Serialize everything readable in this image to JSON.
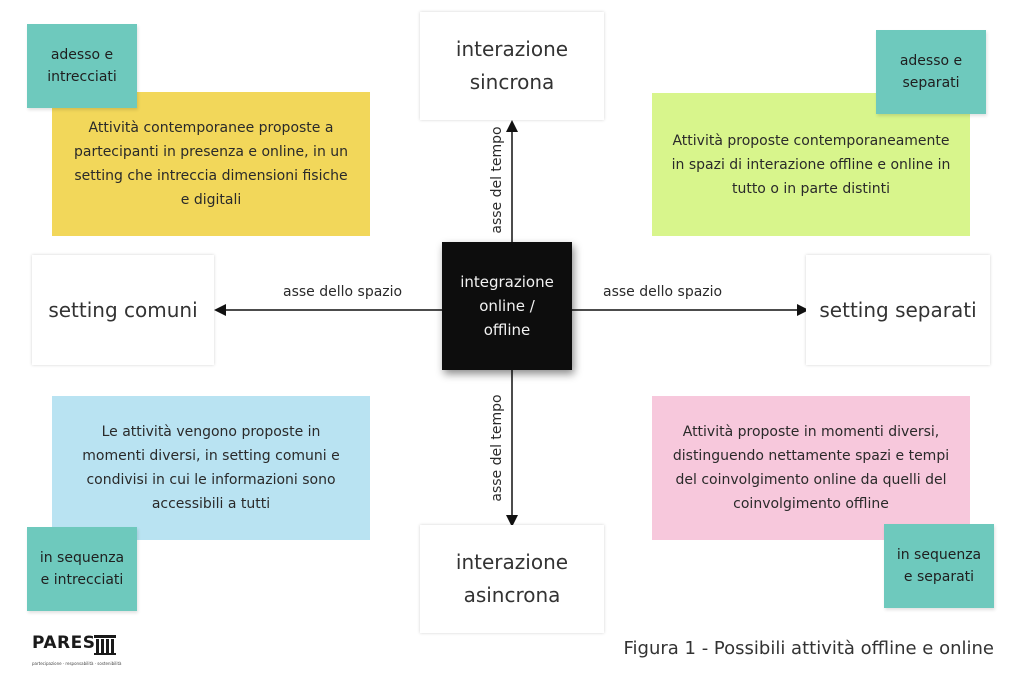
{
  "axes": {
    "top": "interazione\nsincrona",
    "bottom": "interazione\nasincrona",
    "left": "setting comuni",
    "right": "setting separati",
    "space_label": "asse dello spazio",
    "time_label": "asse del tempo"
  },
  "center": {
    "text": "integrazione\nonline /\noffline"
  },
  "quadrants": {
    "top_left": {
      "tag": "adesso e\nintrecciati",
      "note": "Attività contemporanee proposte a partecipanti in presenza e online, in un setting che intreccia dimensioni fisiche e digitali"
    },
    "top_right": {
      "tag": "adesso e\nseparati",
      "note": "Attività proposte contemporaneamente in spazi di interazione offline e online in tutto o in parte distinti"
    },
    "bottom_left": {
      "tag": "in sequenza\ne intrecciati",
      "note": "Le attività vengono proposte in momenti diversi, in setting comuni e condivisi in cui le informazioni sono accessibili a tutti"
    },
    "bottom_right": {
      "tag": "in sequenza\ne separati",
      "note": "Attività proposte in momenti diversi, distinguendo nettamente spazi e tempi del coinvolgimento online da quelli del coinvolgimento offline"
    }
  },
  "logo": {
    "text": "PARES",
    "tagline": "partecipazione · responsabilità · sostenibilità"
  },
  "caption": "Figura 1 - Possibili attività offline e online",
  "colors": {
    "yellow": "#f2d75a",
    "green": "#d8f58c",
    "blue": "#b9e3f2",
    "pink": "#f7c8dc",
    "teal": "#6ec9bd",
    "center": "#0d0d0d"
  }
}
